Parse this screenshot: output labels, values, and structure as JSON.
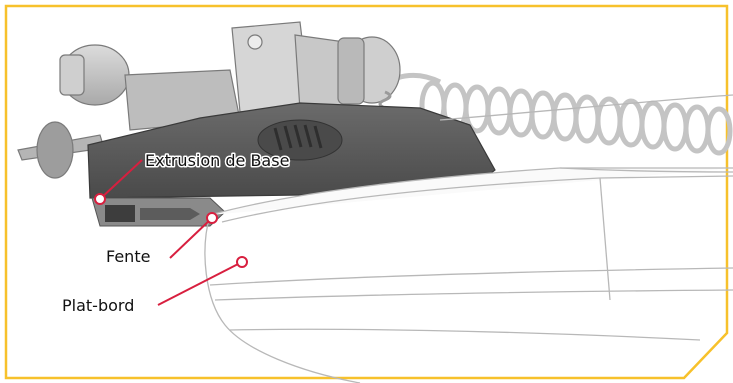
{
  "diagram": {
    "frame_color": "#f7c12b",
    "callout_color": "#d81f3f",
    "labels": {
      "base_extrusion": "Extrusion de Base",
      "slot": "Fente",
      "gunwale": "Plat-bord"
    }
  }
}
